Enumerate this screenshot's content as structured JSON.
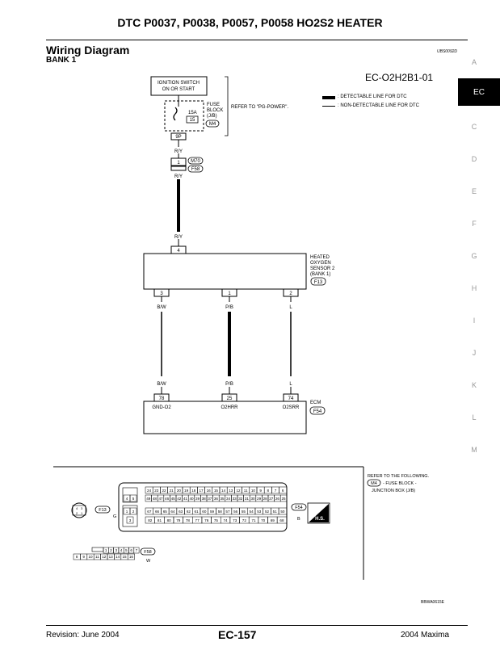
{
  "header": {
    "title": "DTC P0037, P0038, P0057, P0058 HO2S2 HEATER",
    "section": "Wiring Diagram",
    "bank": "BANK 1",
    "ref_code": "UBS0092D",
    "diagram_id": "EC-O2H2B1-01"
  },
  "legend": {
    "detectable": ": DETECTABLE LINE FOR DTC",
    "non_detectable": ": NON-DETECTABLE LINE FOR DTC"
  },
  "diagram": {
    "ignition": [
      "IGNITION SWITCH",
      "ON OR START"
    ],
    "fuse_amp": "15A",
    "fuse_num": "15",
    "fuse_block": [
      "FUSE",
      "BLOCK",
      "(J/B)"
    ],
    "refer_pg": "REFER TO \"PG-POWER\".",
    "m4": "M4",
    "pin_9p": "9P",
    "ry": "R/Y",
    "pin_1": "1",
    "m70": "M70",
    "f58": "F58",
    "pin_4": "4",
    "sensor": [
      "HEATED",
      "OXYGEN",
      "SENSOR 2",
      "(BANK 1)"
    ],
    "f13": "F13",
    "sensor_pins": [
      "3",
      "1",
      "2"
    ],
    "wires": [
      "B/W",
      "P/B",
      "L"
    ],
    "ecm_pins": [
      "78",
      "25",
      "74"
    ],
    "ecm_signals": [
      "GND-O2",
      "O2HRR",
      "O2SRR"
    ],
    "ecm": "ECM",
    "f54": "F54"
  },
  "connectors": {
    "refer_following": "REFER TO THE FOLLOWING.",
    "m4_note": "- FUSE BLOCK -",
    "jbox": "JUNCTION BOX (J/B)",
    "f13_color": "G",
    "f54_color": "B",
    "hs": "H.S.",
    "f58_color": "W",
    "f13_pins": [
      "4",
      "3",
      "2",
      "1"
    ],
    "ecm_top_row": [
      "24",
      "23",
      "22",
      "21",
      "20",
      "19",
      "18",
      "17",
      "16",
      "15",
      "14",
      "13",
      "12",
      "11",
      "10",
      "9",
      "8",
      "7",
      "6"
    ],
    "ecm_row2": [
      "4",
      "5",
      "49",
      "48",
      "47",
      "46",
      "45",
      "42",
      "41",
      "40",
      "39",
      "38",
      "37",
      "36",
      "35",
      "34",
      "33",
      "32",
      "31",
      "30",
      "29",
      "28",
      "27",
      "26",
      "25"
    ],
    "ecm_row3": [
      "1",
      "2",
      "67",
      "66",
      "65",
      "64",
      "63",
      "62",
      "61",
      "60",
      "59",
      "58",
      "57",
      "56",
      "55",
      "54",
      "53",
      "52",
      "51",
      "50"
    ],
    "ecm_row4": [
      "3",
      "82",
      "81",
      "80",
      "79",
      "78",
      "77",
      "76",
      "75",
      "74",
      "73",
      "72",
      "71",
      "70",
      "69",
      "68"
    ],
    "f58_row1": [
      "1",
      "2",
      "3",
      "4",
      "5",
      "6",
      "7"
    ],
    "f58_row2": [
      "8",
      "9",
      "10",
      "11",
      "12",
      "13",
      "14",
      "15",
      "16"
    ],
    "figure_code": "BBWA0615E"
  },
  "sidebar": {
    "letters": [
      "A",
      "EC",
      "C",
      "D",
      "E",
      "F",
      "G",
      "H",
      "I",
      "J",
      "K",
      "L",
      "M"
    ],
    "active": "EC"
  },
  "footer": {
    "revision": "Revision: June 2004",
    "page": "EC-157",
    "model": "2004 Maxima"
  }
}
